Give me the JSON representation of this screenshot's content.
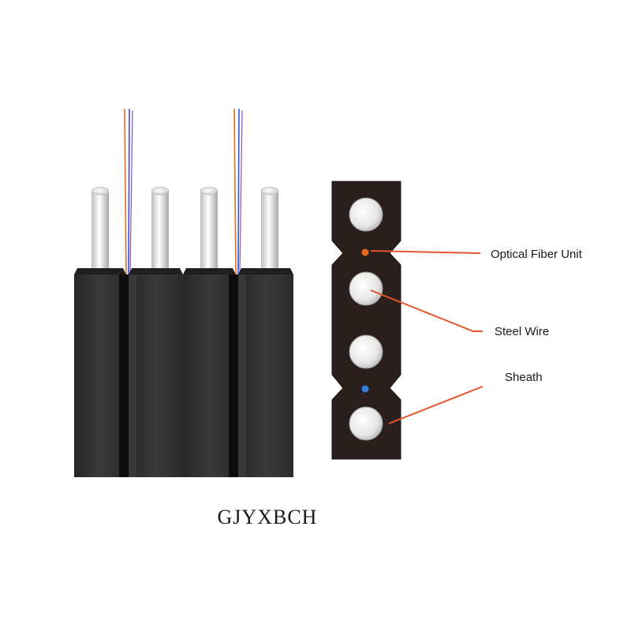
{
  "title": "GJYXBCH",
  "labels": {
    "optical_fiber_unit": "Optical Fiber Unit",
    "steel_wire": "Steel Wire",
    "sheath": "Sheath"
  },
  "colors": {
    "sheath": "#2c2c2c",
    "sheath_section": "#2a1f1c",
    "steel_wire": "#eaeaea",
    "leader_line": "#e2552a",
    "fiber_orange": "#e86a1a",
    "fiber_blue": "#2f7fe0"
  }
}
